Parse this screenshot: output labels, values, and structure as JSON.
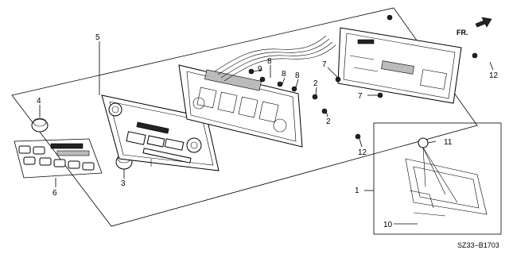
{
  "diagram_code": "SZ33−B1703",
  "direction_label": "FR.",
  "callouts": {
    "c1": "1",
    "c2a": "2",
    "c2b": "2",
    "c3": "3",
    "c4": "4",
    "c5": "5",
    "c6": "6",
    "c7a": "7",
    "c7b": "7",
    "c8a": "8",
    "c8b": "8",
    "c8c": "8",
    "c9": "9",
    "c10": "10",
    "c11": "11",
    "c12a": "12",
    "c12b": "12"
  }
}
